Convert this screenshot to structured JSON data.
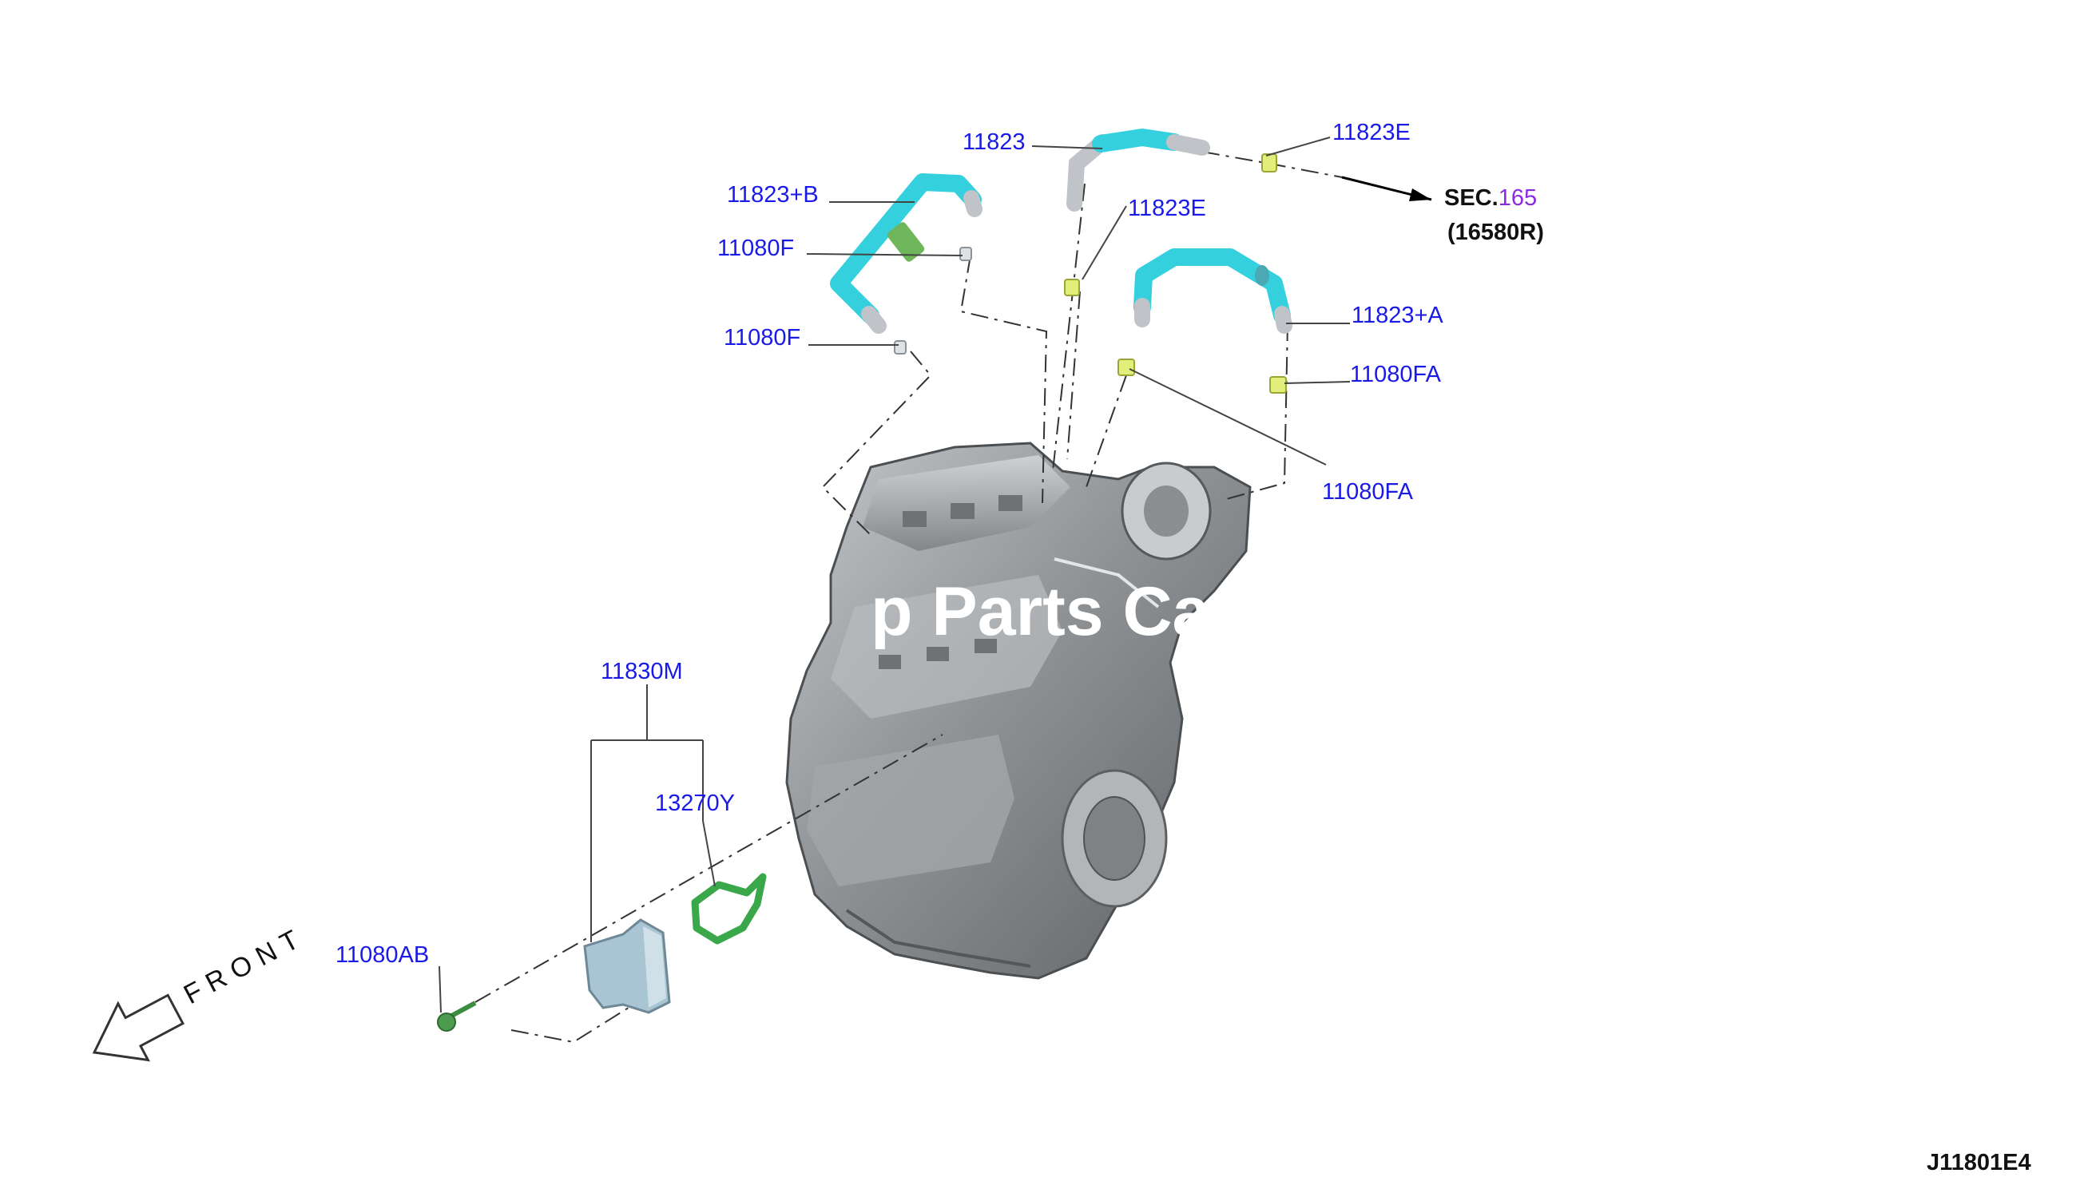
{
  "diagram": {
    "code": "J11801E4",
    "front_label": "FRONT",
    "watermark": "p Parts Cat",
    "section_ref": {
      "prefix": "SEC.",
      "number": "165",
      "part": "(16580R)"
    },
    "callouts": {
      "p11823": "11823",
      "p11823E_top": "11823E",
      "p11823E_mid": "11823E",
      "p11823B": "11823+B",
      "p11080F_top": "11080F",
      "p11080F_bot": "11080F",
      "p11823A": "11823+A",
      "p11080FA_right": "11080FA",
      "p11080FA_low": "11080FA",
      "p11830M": "11830M",
      "p13270Y": "13270Y",
      "p11080AB": "11080AB"
    }
  },
  "colors": {
    "hose": "#34d0de",
    "clip": "#e2ee7a",
    "label": "#1a1ae6",
    "section_number": "#8a2be2",
    "gasket": "#3aa84a",
    "cover": "#a9c4d2",
    "engine": "#8d9194"
  }
}
